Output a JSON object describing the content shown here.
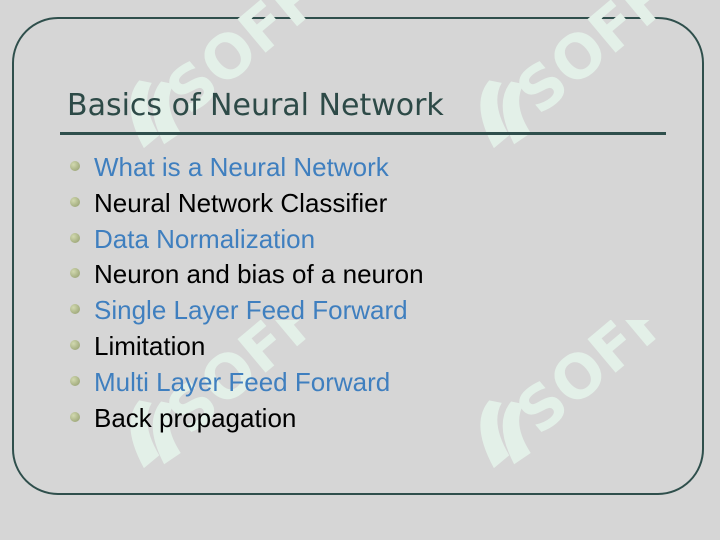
{
  "slide": {
    "title": "Basics of Neural Network",
    "watermark_text": "SOFF",
    "items": [
      {
        "text": "What is a Neural Network",
        "color": "#3f7fbf"
      },
      {
        "text": "Neural Network Classifier",
        "color": "#000000"
      },
      {
        "text": "Data Normalization",
        "color": "#3f7fbf"
      },
      {
        "text": "Neuron and bias of a neuron",
        "color": "#000000"
      },
      {
        "text": "Single Layer Feed Forward",
        "color": "#3f7fbf"
      },
      {
        "text": "Limitation",
        "color": "#000000"
      },
      {
        "text": "Multi Layer Feed Forward",
        "color": "#3f7fbf"
      },
      {
        "text": "Back propagation",
        "color": "#000000"
      }
    ]
  },
  "colors": {
    "background": "#d6d6d6",
    "frame": "#2f4f4c",
    "title": "#2d4a47",
    "watermark": "#e3f0e8"
  }
}
